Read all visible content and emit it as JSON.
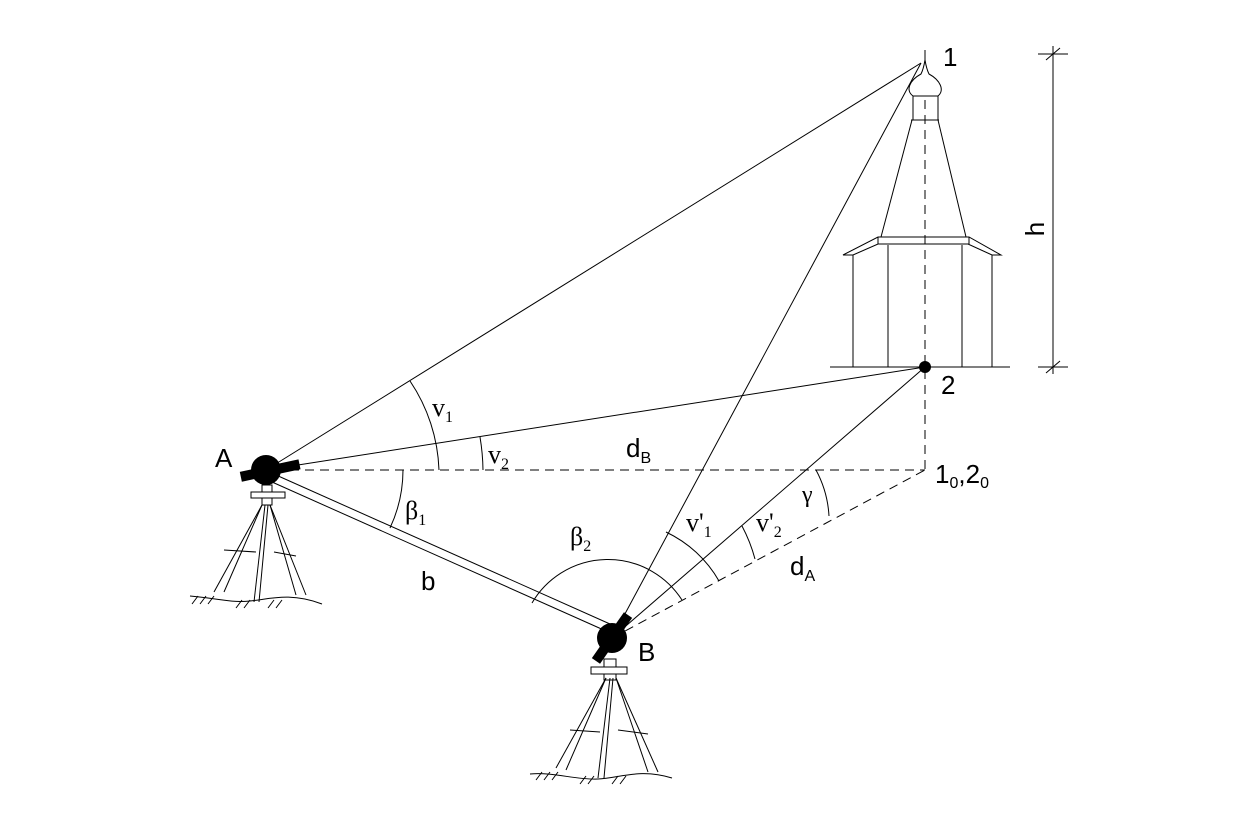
{
  "labels": {
    "point_A": "A",
    "point_B": "B",
    "point_1": "1",
    "point_2": "2",
    "point_base": {
      "main1": "1",
      "sub1": "0",
      "sep": ",",
      "main2": "2",
      "sub2": "0"
    },
    "height": "h",
    "baseline": "b",
    "v1": {
      "main": "v",
      "sub": "1"
    },
    "v2": {
      "main": "v",
      "sub": "2"
    },
    "v1_prime": {
      "main": "v'",
      "sub": "1"
    },
    "v2_prime": {
      "main": "v'",
      "sub": "2"
    },
    "beta1": {
      "main": "β",
      "sub": "1"
    },
    "beta2": {
      "main": "β",
      "sub": "2"
    },
    "gamma": "γ",
    "dA": {
      "main": "d",
      "sub": "A"
    },
    "dB": {
      "main": "d",
      "sub": "B"
    }
  }
}
